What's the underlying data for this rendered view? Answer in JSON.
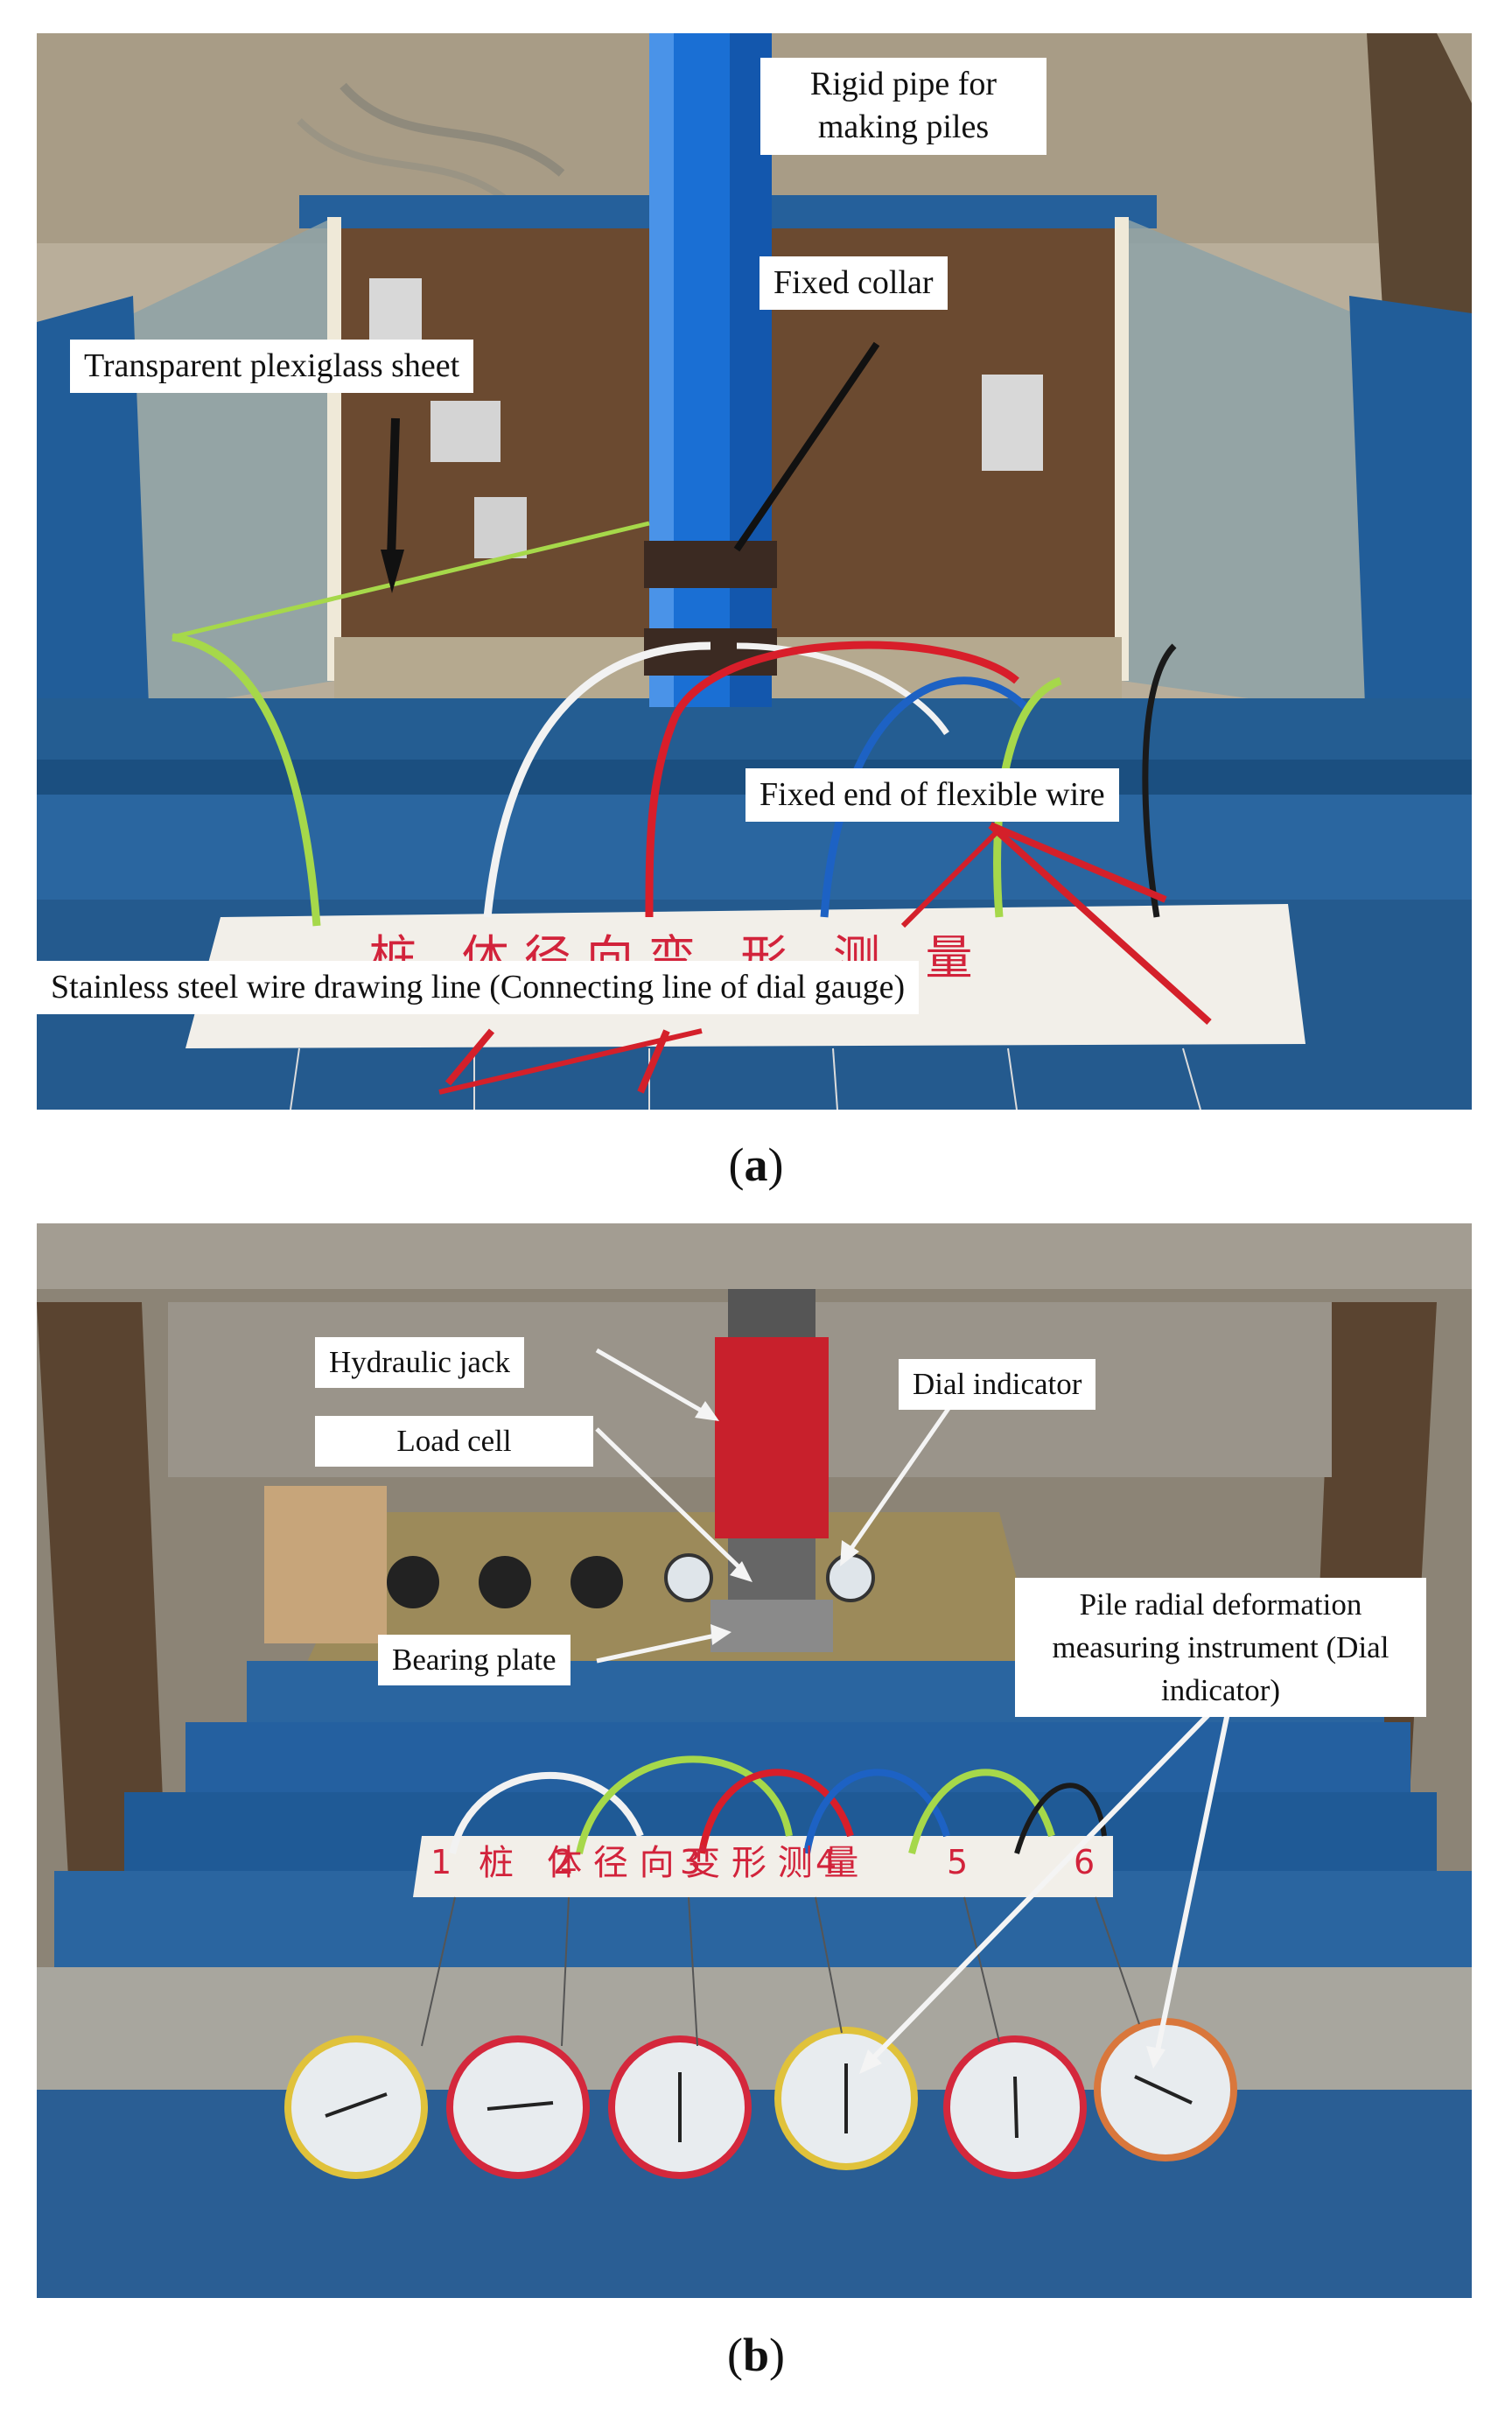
{
  "panel_a": {
    "labels": {
      "rigid_pipe": "Rigid pipe for making piles",
      "fixed_collar": "Fixed collar",
      "plexiglass": "Transparent plexiglass sheet",
      "flexible_wire_end": "Fixed end of flexible wire",
      "drawing_line": "Stainless steel wire drawing line (Connecting line of dial gauge)"
    },
    "caption_letter": "a"
  },
  "panel_b": {
    "labels": {
      "hydraulic_jack": "Hydraulic jack",
      "dial_indicator": "Dial indicator",
      "load_cell": "Load cell",
      "radial_instrument": "Pile radial deformation measuring instrument (Dial indicator)",
      "bearing_plate": "Bearing plate"
    },
    "board_numbers": [
      "1",
      "2",
      "3",
      "4",
      "5",
      "6"
    ],
    "caption_letter": "b"
  },
  "colors": {
    "frame_blue": "#1f5f9a",
    "pipe_blue": "#1a6fd4",
    "jack_red": "#c8202c",
    "arrow_red": "#d4202a",
    "wire_green": "#a6d84a",
    "wire_white": "#f2f2f2",
    "wire_red": "#d81e2a",
    "wire_blue": "#1d62c4",
    "wire_black": "#1a1a1a"
  }
}
